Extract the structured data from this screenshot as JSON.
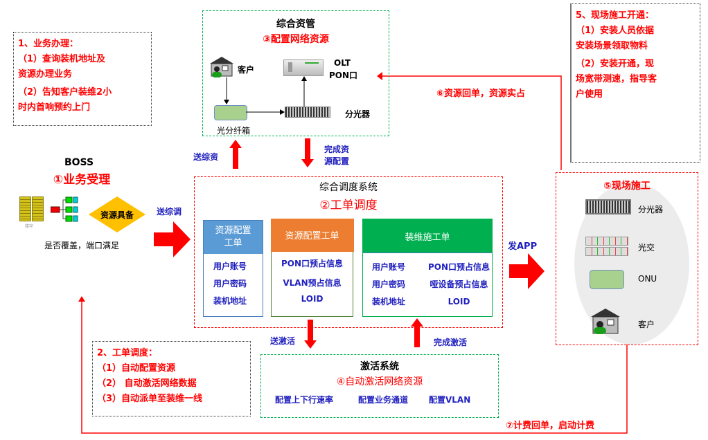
{
  "notes": {
    "business": {
      "title": "1、业务办理：",
      "lines": [
        "（1）查询装机地址及",
        "资源办理业务",
        "（2）告知客户装维2小",
        "时内首响预约上门"
      ]
    },
    "dispatch": {
      "title": "2、工单调度：",
      "lines": [
        "（1）自动配置资源",
        "（2） 自动激活网络数据",
        "（3）自动派单至装维一线"
      ]
    },
    "onsite": {
      "title": "5、现场施工开通：",
      "lines": [
        "（1）安装人员依据",
        "安装场景领取物料",
        "（2）安装开通，现",
        "场宽带测速，指导客",
        "户使用"
      ]
    }
  },
  "resource_mgmt": {
    "title": "综合资管",
    "step": "③配置网络资源",
    "customer": "客户",
    "olt": "OLT",
    "pon": "PON口",
    "fiber_box": "光分纤箱",
    "splitter": "分光器"
  },
  "boss": {
    "title": "BOSS",
    "step": "①业务受理",
    "decision": "资源具备",
    "caption": "是否覆盖，端口满足",
    "building_caption": "楼宇"
  },
  "flows": {
    "to_dispatch": "送综调",
    "to_resource": "送综资",
    "resource_done": [
      "完成资",
      "源配置"
    ],
    "send_app": "发APP",
    "to_activation": "送激活",
    "activation_done": "完成激活",
    "resource_return": "⑥资源回单，资源实占",
    "billing_return": "⑦计费回单，启动计费"
  },
  "dispatch_system": {
    "title": "综合调度系统",
    "step": "②工单调度",
    "cards": [
      {
        "header": [
          "资源配置",
          "工单"
        ],
        "color": "#5b9bd5",
        "border": "#4a7ebb",
        "items": [
          "用户账号",
          "用户密码",
          "装机地址"
        ]
      },
      {
        "header": [
          "资源配置工单"
        ],
        "color": "#ed7d31",
        "border": "#548235",
        "items": [
          "PON口预占信息",
          "VLAN预占信息",
          "LOID"
        ]
      },
      {
        "header": [
          "装维施工单"
        ],
        "color": "#00b050",
        "border": "#00b050",
        "items_left": [
          "用户账号",
          "用户密码",
          "装机地址"
        ],
        "items_right": [
          "PON口预占信息",
          "哑设备预占信息",
          "LOID"
        ]
      }
    ]
  },
  "activation": {
    "title": "激活系统",
    "step": "④自动激活网络资源",
    "items": [
      "配置上下行速率",
      "配置业务通道",
      "配置VLAN"
    ]
  },
  "onsite_work": {
    "step": "⑤现场施工",
    "devices": [
      "分光器",
      "光交",
      "ONU",
      "客户"
    ]
  },
  "colors": {
    "red": "#ff0000",
    "green_dash": "#00b050",
    "blue_text": "#1f1fbf",
    "onu_fill": "#a9d18e"
  }
}
